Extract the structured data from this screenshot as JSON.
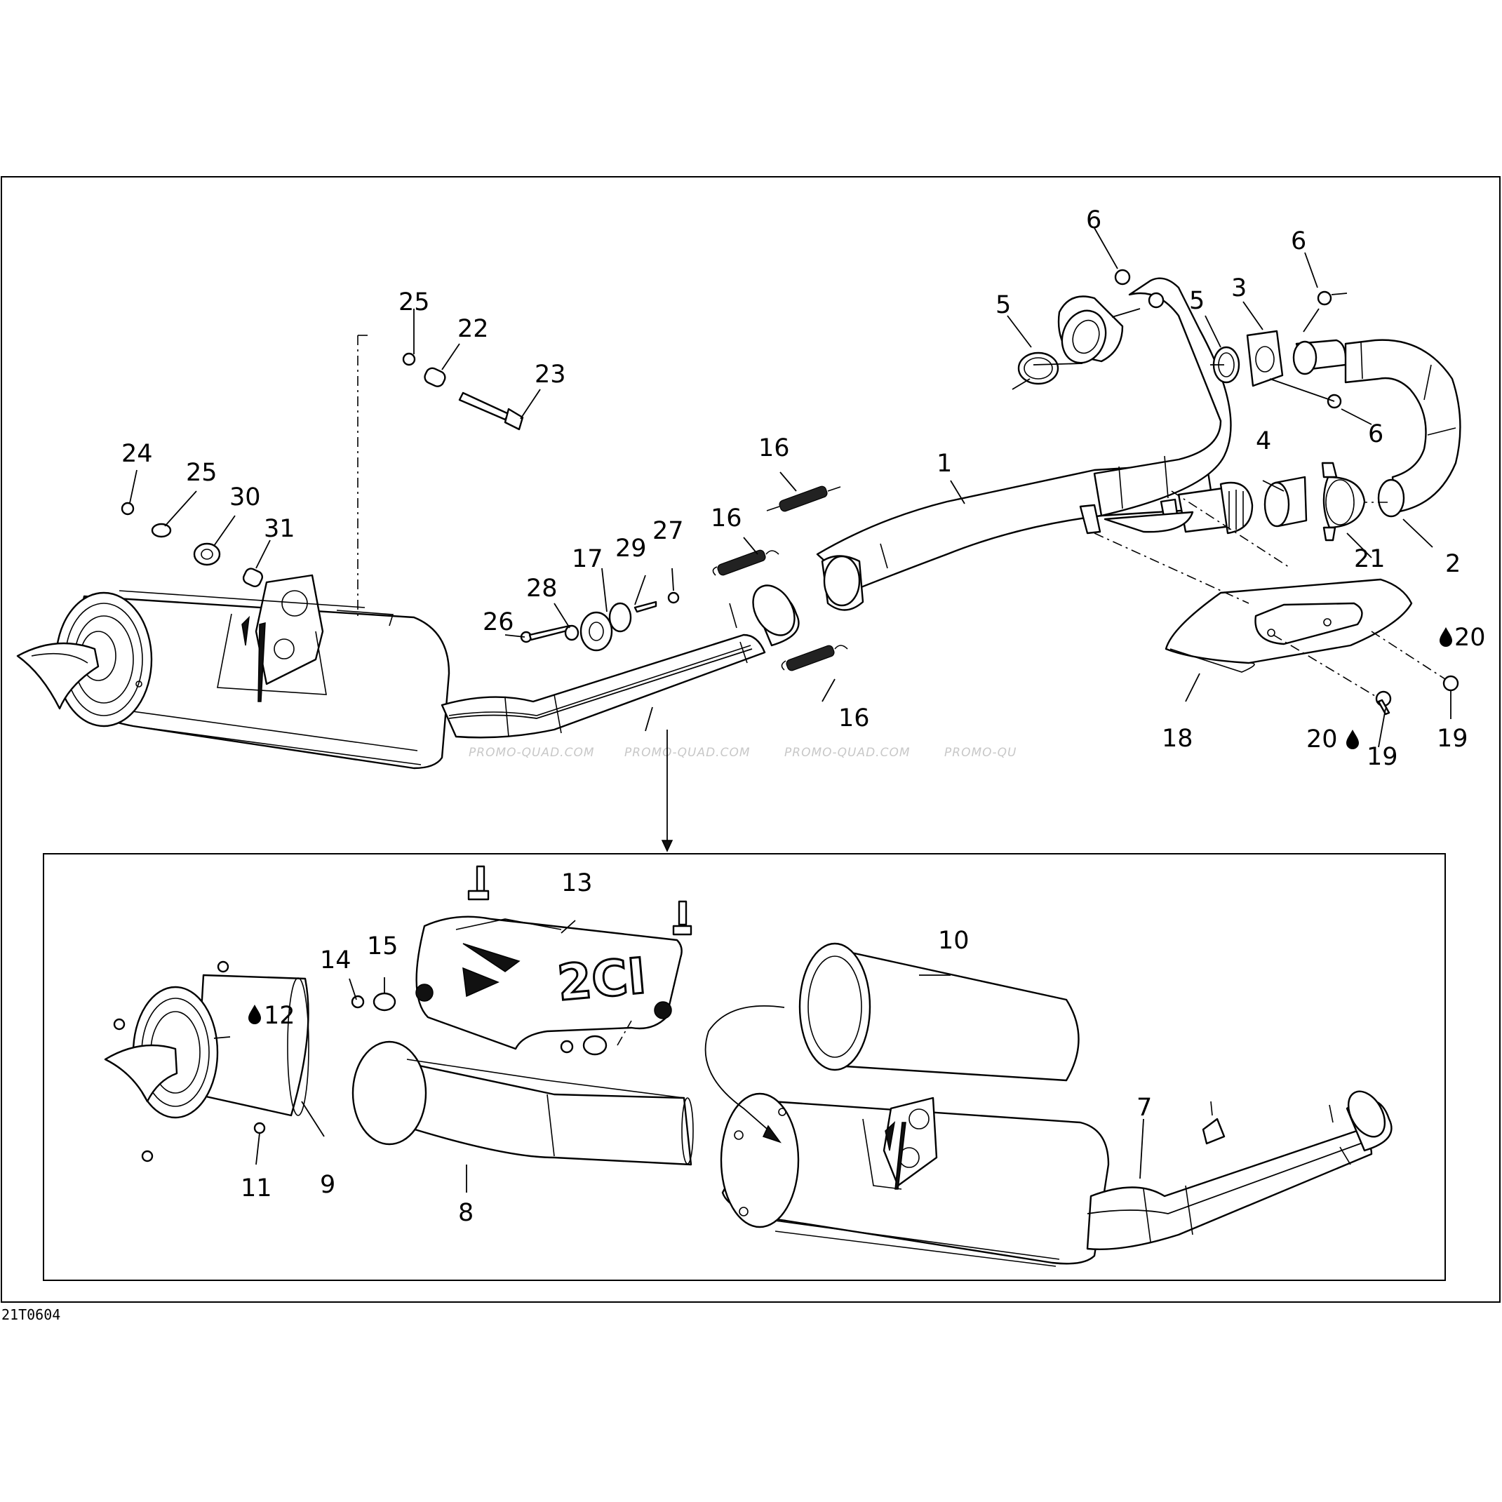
{
  "diagram_code": "21T0604",
  "watermarks": [
    "PROMO-QUAD.COM",
    "PROMO-QUAD.COM",
    "PROMO-QUAD.COM",
    "PROMO-QU"
  ],
  "callouts": {
    "c1": "1",
    "c2": "2",
    "c3": "3",
    "c4": "4",
    "c5a": "5",
    "c5b": "5",
    "c6a": "6",
    "c6b": "6",
    "c6c": "6",
    "c7": "7",
    "c8": "8",
    "c9": "9",
    "c10": "10",
    "c11": "11",
    "c12": "12",
    "c13": "13",
    "c14": "14",
    "c15": "15",
    "c16a": "16",
    "c16b": "16",
    "c16c": "16",
    "c17": "17",
    "c18": "18",
    "c19a": "19",
    "c19b": "19",
    "c20a": "20",
    "c20b": "20",
    "c21": "21",
    "c22": "22",
    "c23": "23",
    "c24": "24",
    "c25a": "25",
    "c25b": "25",
    "c26": "26",
    "c27": "27",
    "c28": "28",
    "c29": "29",
    "c30": "30",
    "c31": "31"
  },
  "heat_shield_logo": "2CI",
  "icons": {
    "drop": "liquid-drop-icon"
  }
}
